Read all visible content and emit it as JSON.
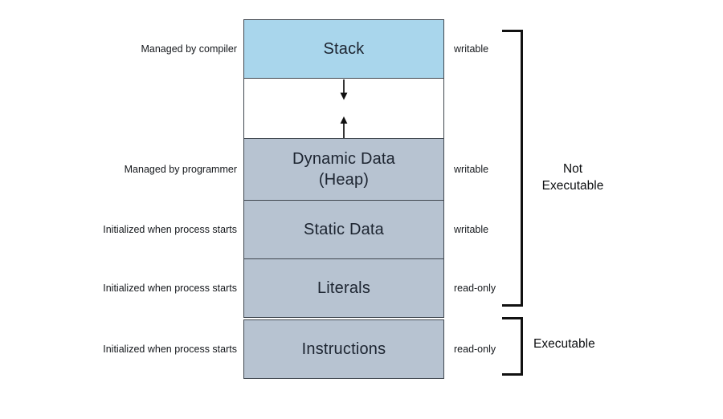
{
  "rows": {
    "stack": {
      "label": "Stack",
      "left_note": "Managed by compiler",
      "right_note": "writable"
    },
    "heap": {
      "label": "Dynamic Data\n(Heap)",
      "left_note": "Managed by programmer",
      "right_note": "writable"
    },
    "static_data": {
      "label": "Static Data",
      "left_note": "Initialized when process starts",
      "right_note": "writable"
    },
    "literals": {
      "label": "Literals",
      "left_note": "Initialized when process starts",
      "right_note": "read-only"
    },
    "instructions": {
      "label": "Instructions",
      "left_note": "Initialized when process starts",
      "right_note": "read-only"
    }
  },
  "groups": {
    "not_executable": {
      "label": "Not\nExecutable"
    },
    "executable": {
      "label": "Executable"
    }
  },
  "icons": {
    "stack_growth": "down-arrow-icon",
    "heap_growth": "up-arrow-icon"
  },
  "colors": {
    "stack-bg": "#a9d6ec",
    "segment-bg": "#b7c3d1",
    "segment-border": "#3f464e",
    "bracket": "#111111",
    "text": "#1c2430"
  }
}
